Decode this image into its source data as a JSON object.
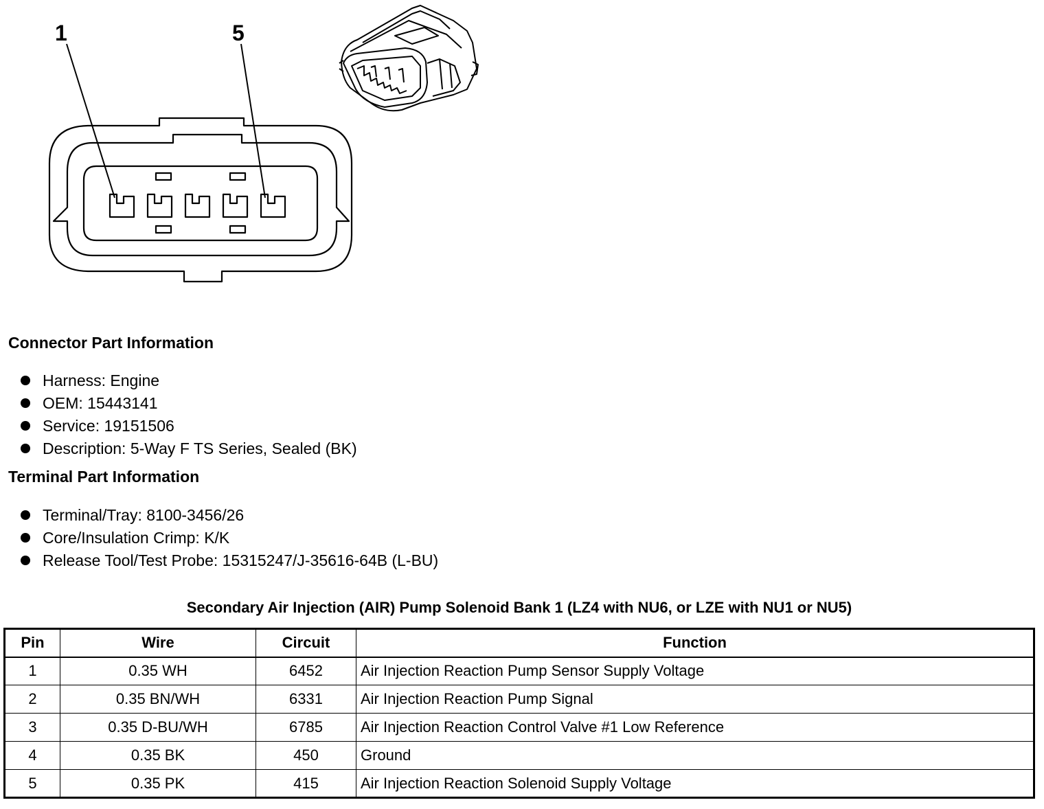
{
  "diagram": {
    "callouts": [
      "1",
      "5"
    ]
  },
  "connector_info": {
    "heading": "Connector Part Information",
    "items": [
      "Harness: Engine",
      "OEM: 15443141",
      "Service: 19151506",
      "Description: 5-Way F TS Series, Sealed (BK)"
    ]
  },
  "terminal_info": {
    "heading": "Terminal Part Information",
    "items": [
      "Terminal/Tray: 8100-3456/26",
      "Core/Insulation Crimp: K/K",
      "Release Tool/Test Probe: 15315247/J-35616-64B (L-BU)"
    ]
  },
  "table": {
    "title": "Secondary Air Injection (AIR) Pump Solenoid Bank 1 (LZ4 with NU6, or LZE with NU1 or NU5)",
    "headers": [
      "Pin",
      "Wire",
      "Circuit",
      "Function"
    ],
    "rows": [
      [
        "1",
        "0.35 WH",
        "6452",
        "Air Injection Reaction Pump Sensor Supply Voltage"
      ],
      [
        "2",
        "0.35 BN/WH",
        "6331",
        "Air Injection Reaction Pump Signal"
      ],
      [
        "3",
        "0.35 D-BU/WH",
        "6785",
        "Air Injection Reaction Control Valve #1 Low Reference"
      ],
      [
        "4",
        "0.35 BK",
        "450",
        "Ground"
      ],
      [
        "5",
        "0.35 PK",
        "415",
        "Air Injection Reaction Solenoid Supply Voltage"
      ]
    ]
  }
}
